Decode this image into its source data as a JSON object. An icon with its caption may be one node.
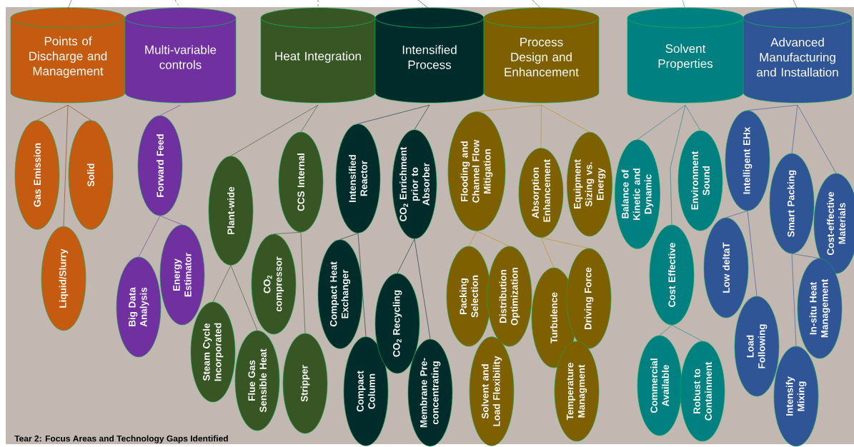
{
  "diagram": {
    "caption": "Tear 2: Focus Areas and Technology Gaps Identified",
    "nodes": [
      {
        "text": [
          "Points of Discharge and Management"
        ]
      },
      {
        "text": [
          "Multi-variable controls"
        ]
      },
      {
        "text": [
          "Heat Integration"
        ]
      },
      {
        "text": [
          "Intensified Process"
        ]
      },
      {
        "text": [
          "Process Design and Enhancement"
        ]
      },
      {
        "text": [
          "Solvent Properties"
        ]
      },
      {
        "text": [
          "Advanced Manufacturing and Installation"
        ]
      },
      {
        "text": [
          "Gas Emission"
        ]
      },
      {
        "text": [
          "Solid"
        ]
      },
      {
        "text": [
          "Liquid/Slurry"
        ]
      },
      {
        "text": [
          "Forward Feed"
        ]
      },
      {
        "text": [
          "Big Data Analysis"
        ]
      },
      {
        "text": [
          "Energy Estimator"
        ]
      },
      {
        "text": [
          "Plant-wide"
        ]
      },
      {
        "text": [
          "CCS Internal"
        ]
      },
      {
        "text": [
          "CO$_{2}$ compressor"
        ]
      },
      {
        "text": [
          "Steam Cycle Incorporated"
        ]
      },
      {
        "text": [
          "Flue Gas Sensible Heat"
        ]
      },
      {
        "text": [
          "Stripper"
        ]
      },
      {
        "text": [
          "Intensified Reactor"
        ]
      },
      {
        "text": [
          "CO$_{2}$ Enrichment prior to Absorber"
        ]
      },
      {
        "text": [
          "Compact Heat Exchanger"
        ]
      },
      {
        "text": [
          "Compact Column"
        ]
      },
      {
        "text": [
          "CO$_{2}$ Recycling"
        ]
      },
      {
        "text": [
          "Membrane Pre-concentrating"
        ]
      },
      {
        "text": [
          "Flooding and Channel Flow Mitigation"
        ]
      },
      {
        "text": [
          "Absorption Enhancement"
        ]
      },
      {
        "text": [
          "Equipment Sizing vs. Energy"
        ]
      },
      {
        "text": [
          "Packing Selection"
        ]
      },
      {
        "text": [
          "Distribution Optimization"
        ]
      },
      {
        "text": [
          "Solvent and Load Flexibility"
        ]
      },
      {
        "text": [
          "Turbulence"
        ]
      },
      {
        "text": [
          "Driving Force"
        ]
      },
      {
        "text": [
          "Temperature Managment"
        ]
      },
      {
        "text": [
          "Balance of Kinetic and Dynamic"
        ]
      },
      {
        "text": [
          "Environment Sound"
        ]
      },
      {
        "text": [
          "Cost Effective"
        ]
      },
      {
        "text": [
          "Commercial Available"
        ]
      },
      {
        "text": [
          "Robust to Containment"
        ]
      },
      {
        "text": [
          "Intelligent EHx"
        ]
      },
      {
        "text": [
          "Smart Packing"
        ]
      },
      {
        "text": [
          "Cost-effective Materials"
        ]
      },
      {
        "text": [
          "Low deltaT"
        ]
      },
      {
        "text": [
          "Load Following"
        ]
      },
      {
        "text": [
          "In-situ Heat Management"
        ]
      },
      {
        "text": [
          "Intensify Mixing"
        ]
      }
    ],
    "edges": [
      {
        "from": 0,
        "to": 7,
        "arrow": "none",
        "color": "#843c0c"
      },
      {
        "from": 0,
        "to": 8,
        "arrow": "none",
        "color": "#843c0c"
      },
      {
        "from": 0,
        "to": 9,
        "arrow": "none",
        "color": "#843c0c"
      },
      {
        "from": 1,
        "to": 10,
        "arrow": "none",
        "color": "#7030a0"
      },
      {
        "from": 10,
        "to": 11,
        "arrow": "none",
        "color": "#7030a0"
      },
      {
        "from": 10,
        "to": 12,
        "arrow": "none",
        "color": "#7030a0"
      },
      {
        "from": 2,
        "to": 13,
        "arrow": "none",
        "color": "#375623"
      },
      {
        "from": 2,
        "to": 14,
        "arrow": "none",
        "color": "#375623"
      },
      {
        "from": 13,
        "to": 16,
        "arrow": "none",
        "color": "#375623"
      },
      {
        "from": 13,
        "to": 17,
        "arrow": "none",
        "color": "#375623"
      },
      {
        "from": 14,
        "to": 15,
        "arrow": "none",
        "color": "#375623"
      },
      {
        "from": 14,
        "to": 18,
        "arrow": "none",
        "color": "#375623"
      },
      {
        "from": 3,
        "to": 19,
        "arrow": "none",
        "color": "#0a3030"
      },
      {
        "from": 3,
        "to": 20,
        "arrow": "none",
        "color": "#0a3030"
      },
      {
        "from": 19,
        "to": 21,
        "arrow": "none",
        "color": "#0a3030"
      },
      {
        "from": 19,
        "to": 22,
        "arrow": "none",
        "color": "#0a3030"
      },
      {
        "from": 20,
        "to": 23,
        "arrow": "none",
        "color": "#0a3030"
      },
      {
        "from": 20,
        "to": 24,
        "arrow": "none",
        "color": "#0a3030"
      },
      {
        "from": 4,
        "to": 25,
        "arrow": "none",
        "color": "#bf9000"
      },
      {
        "from": 4,
        "to": 26,
        "arrow": "none",
        "color": "#bf9000"
      },
      {
        "from": 4,
        "to": 27,
        "arrow": "none",
        "color": "#bf9000"
      },
      {
        "from": 25,
        "to": 28,
        "arrow": "none",
        "color": "#bf9000"
      },
      {
        "from": 25,
        "to": 29,
        "arrow": "none",
        "color": "#bf9000"
      },
      {
        "from": 26,
        "to": 31,
        "arrow": "none",
        "color": "#bf9000"
      },
      {
        "from": 26,
        "to": 32,
        "arrow": "none",
        "color": "#bf9000"
      },
      {
        "from": 5,
        "to": 34,
        "arrow": "none",
        "color": "#1f7f7f"
      },
      {
        "from": 5,
        "to": 35,
        "arrow": "none",
        "color": "#1f7f7f"
      },
      {
        "from": 5,
        "to": 36,
        "arrow": "none",
        "color": "#1f7f7f"
      },
      {
        "from": 36,
        "to": 37,
        "arrow": "none",
        "color": "#1f7f7f"
      },
      {
        "from": 36,
        "to": 38,
        "arrow": "none",
        "color": "#1f7f7f"
      },
      {
        "from": 6,
        "to": 39,
        "arrow": "none",
        "color": "#2f5597"
      },
      {
        "from": 6,
        "to": 40,
        "arrow": "none",
        "color": "#2f5597"
      },
      {
        "from": 6,
        "to": 41,
        "arrow": "none",
        "color": "#2f5597"
      },
      {
        "from": 39,
        "to": 42,
        "arrow": "none",
        "color": "#2f5597"
      },
      {
        "from": 39,
        "to": 43,
        "arrow": "none",
        "color": "#2f5597"
      },
      {
        "from": 40,
        "to": 44,
        "arrow": "none",
        "color": "#2f5597"
      },
      {
        "from": 40,
        "to": 45,
        "arrow": "none",
        "color": "#2f5597"
      },
      {
        "from": null,
        "to": 0,
        "arrow": "none",
        "color": "#843c0c"
      },
      {
        "from": null,
        "to": 1,
        "arrow": "none",
        "style": "dashed",
        "color": "#843c0c"
      },
      {
        "from": null,
        "to": 2,
        "arrow": "none",
        "style": "dashed",
        "color": "#375623"
      },
      {
        "from": null,
        "to": 3,
        "arrow": "none",
        "color": "#0a3030"
      },
      {
        "from": null,
        "to": 4,
        "arrow": "none",
        "color": "#843c0c"
      },
      {
        "from": null,
        "to": 5,
        "arrow": "none",
        "color": "#00b050"
      },
      {
        "from": null,
        "to": 6,
        "arrow": "none",
        "color": "#2f5597"
      }
    ]
  }
}
